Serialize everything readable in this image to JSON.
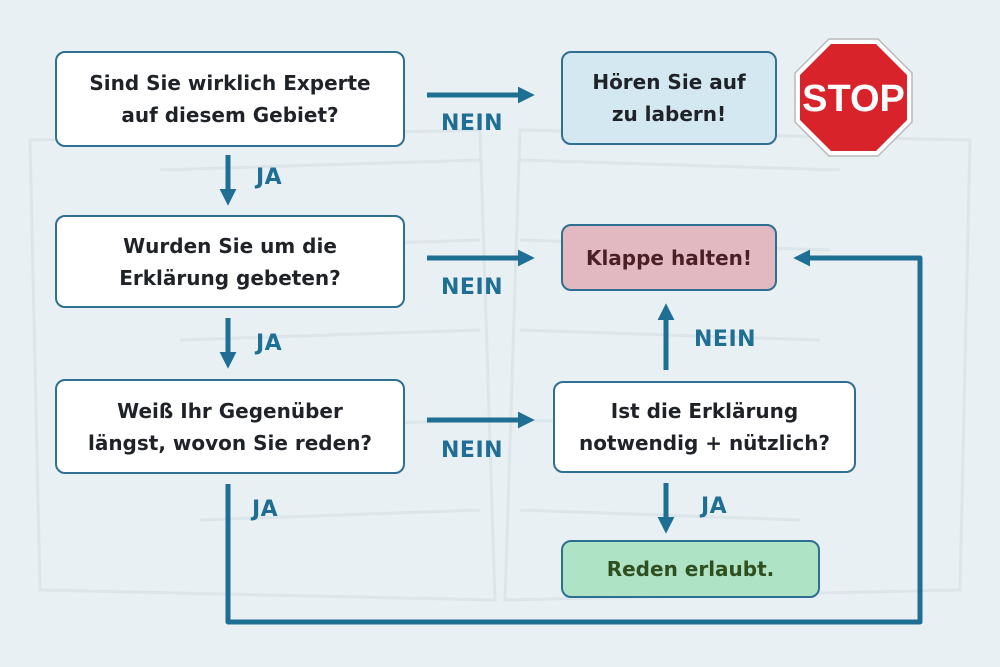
{
  "boxes": {
    "expert": "Sind Sie wirklich Experte\nauf diesem Gebiet?",
    "asked": "Wurden Sie um die\nErklärung gebeten?",
    "knows": "Weiß Ihr Gegenüber\nlängst, wovon Sie reden?",
    "stop_talking": "Hören Sie auf\nzu labern!",
    "shut_up": "Klappe halten!",
    "necessary": "Ist die Erklärung\nnotwendig + nützlich?",
    "allowed": "Reden erlaubt."
  },
  "labels": {
    "nein_1": "NEIN",
    "nein_2": "NEIN",
    "nein_3": "NEIN",
    "nein_up": "NEIN",
    "ja_1": "JA",
    "ja_2": "JA",
    "ja_3": "JA",
    "ja_4": "JA"
  },
  "stop_sign": {
    "text": "STOP"
  },
  "colors": {
    "stop_talking_fill": "#d4e8f1",
    "shut_up_fill": "#e3b9c1",
    "allowed_fill": "#aee3c6",
    "arrow": "#1f6e93",
    "stop_red": "#d9232a"
  }
}
